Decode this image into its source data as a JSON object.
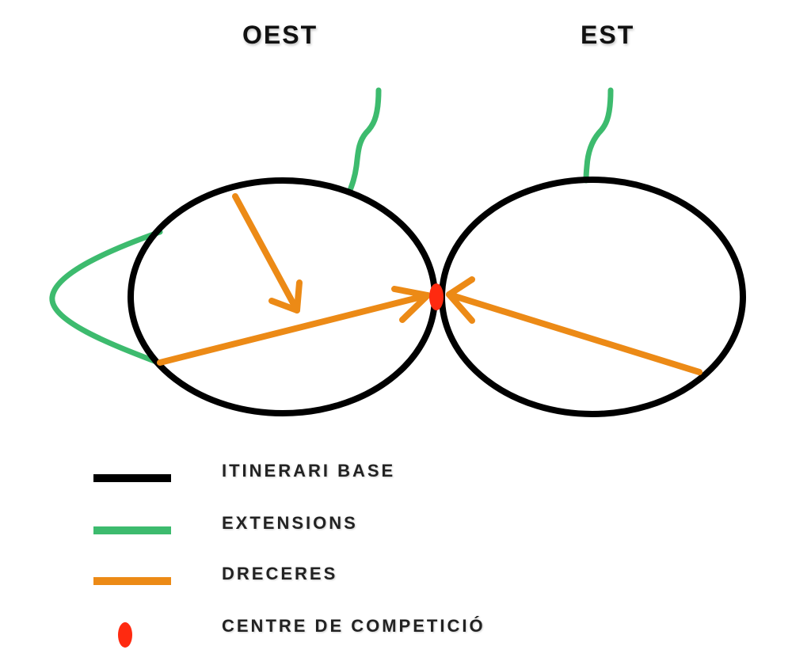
{
  "labels": {
    "west": "OEST",
    "east": "EST"
  },
  "legend": [
    {
      "label": "ITINERARI BASE",
      "color": "#000000",
      "kind": "line"
    },
    {
      "label": "EXTENSIONS",
      "color": "#3dbb6e",
      "kind": "line"
    },
    {
      "label": "DRECERES",
      "color": "#ec8a16",
      "kind": "line"
    },
    {
      "label": "CENTRE DE COMPETICIÓ",
      "color": "#ff2a10",
      "kind": "dot"
    }
  ],
  "colors": {
    "base": "#000000",
    "extensions": "#3dbb6e",
    "shortcuts": "#ec8a16",
    "center": "#ff2a10"
  }
}
